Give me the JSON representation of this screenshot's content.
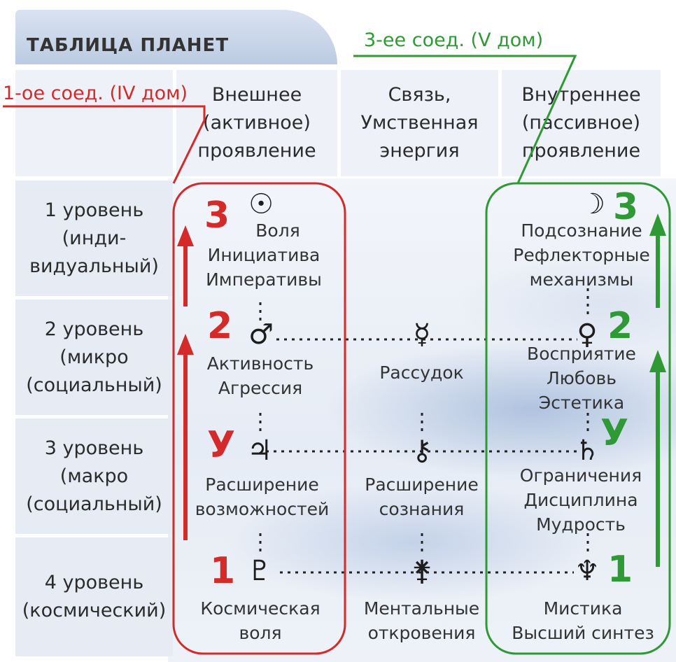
{
  "title": "ТАБЛИЦА ПЛАНЕТ",
  "annotations": {
    "conj1": "1-ое соед. (IV дом)",
    "conj3": "3-ее соед. (V дом)"
  },
  "columns": [
    {
      "lines": [
        "Внешнее",
        "(активное)",
        "проявление"
      ]
    },
    {
      "lines": [
        "Связь,",
        "Умственная",
        "энергия"
      ]
    },
    {
      "lines": [
        "Внутреннее",
        "(пассивное)",
        "проявление"
      ]
    }
  ],
  "rows": [
    {
      "lines": [
        "1 уровень",
        "(инди-",
        "видуальный)"
      ]
    },
    {
      "lines": [
        "2 уровень",
        "(микро",
        "(социальный)"
      ]
    },
    {
      "lines": [
        "3 уровень",
        "(макро",
        "(социальный)"
      ]
    },
    {
      "lines": [
        "4 уровень",
        "(космический)"
      ]
    }
  ],
  "planets": {
    "sun": {
      "symbol": "☉",
      "lines": [
        "Воля",
        "Инициатива",
        "Императивы"
      ]
    },
    "moon": {
      "symbol": "☽",
      "lines": [
        "Подсознание",
        "Рефлекторные",
        "механизмы"
      ]
    },
    "mars": {
      "symbol": "♂",
      "lines": [
        "Активность",
        "Агрессия"
      ]
    },
    "mercury": {
      "symbol": "☿",
      "lines": [
        "Рассудок"
      ]
    },
    "venus": {
      "symbol": "♀",
      "lines": [
        "Восприятие",
        "Любовь",
        "Эстетика"
      ]
    },
    "jupiter": {
      "symbol": "♃",
      "lines": [
        "Расширение",
        "возможностей"
      ]
    },
    "chiron": {
      "symbol": "⚷",
      "lines": [
        "Расширение",
        "сознания"
      ]
    },
    "saturn": {
      "symbol": "♄",
      "lines": [
        "Ограничения",
        "Дисциплина",
        "Мудрость"
      ]
    },
    "pluto": {
      "symbol": "♇",
      "lines": [
        "Космическая",
        "воля"
      ]
    },
    "uranus": {
      "symbol": "⚵",
      "lines": [
        "Ментальные",
        "откровения"
      ]
    },
    "neptune": {
      "symbol": "♆",
      "lines": [
        "Мистика",
        "Высший синтез"
      ]
    }
  },
  "markers": {
    "red": [
      "3",
      "2",
      "У",
      "1"
    ],
    "green": [
      "3",
      "2",
      "У",
      "1"
    ]
  },
  "colors": {
    "red": "#d42a2a",
    "green": "#2f9a35",
    "header_bg": "#e8edf5",
    "title_bg": "#c9d5e8"
  }
}
